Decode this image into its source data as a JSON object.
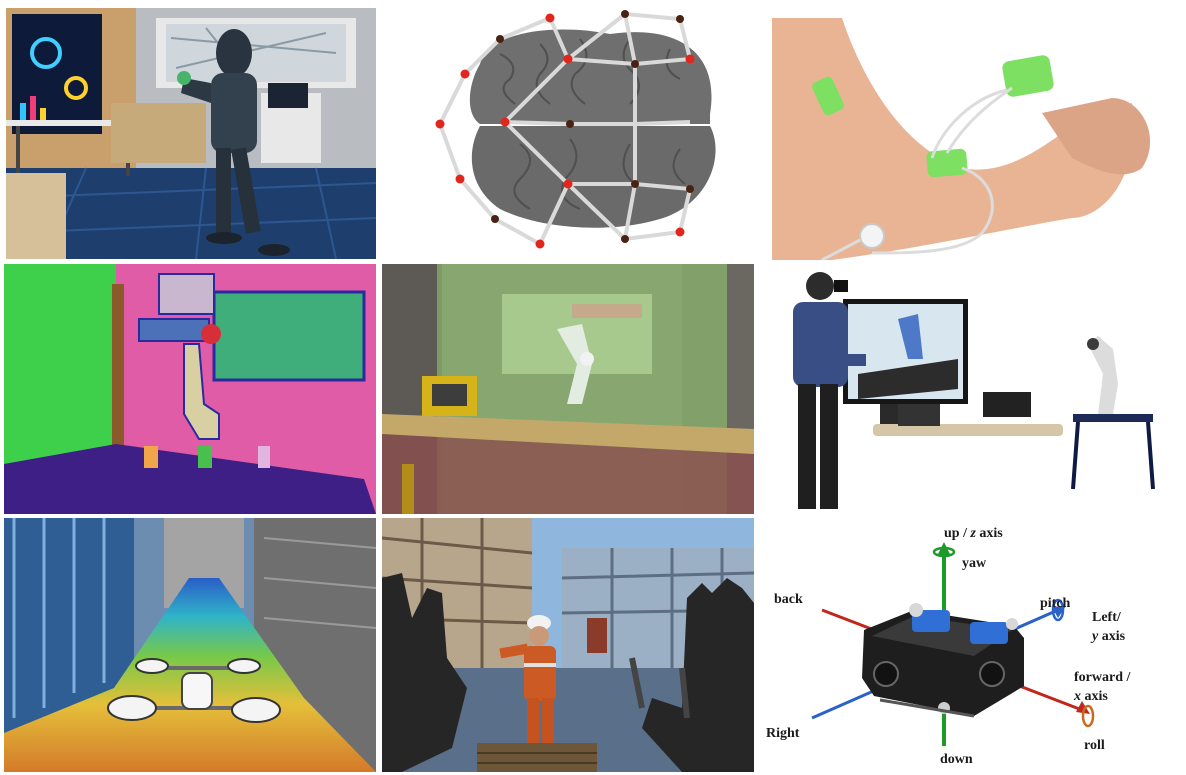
{
  "panels": [
    {
      "id": "vr-suit-room",
      "description_icon": "vr-avatar-in-office"
    },
    {
      "id": "brain-sensor-grid",
      "description_icon": "brain-eeg-icon"
    },
    {
      "id": "arm-wearable-sensors",
      "description_icon": "wearable-sensor-icon"
    },
    {
      "id": "segmentation-robot-arm",
      "description_icon": "segmentation-map-icon"
    },
    {
      "id": "vr-robot-workcell",
      "description_icon": "robot-arm-icon"
    },
    {
      "id": "teleoperation-setup",
      "description_icon": "vr-headset-icon"
    },
    {
      "id": "drone-depth-city",
      "description_icon": "drone-icon"
    },
    {
      "id": "vr-construction-worker",
      "description_icon": "vr-gloves-icon"
    },
    {
      "id": "rov-axes-diagram",
      "description_icon": "rov-icon"
    }
  ],
  "rov_diagram": {
    "up_prefix": "up / ",
    "up_axis_var": "z",
    "up_axis_suffix": " axis",
    "yaw": "yaw",
    "back": "back",
    "pitch": "pitch",
    "left": "Left/",
    "left_axis_var": "y",
    "left_axis_suffix": " axis",
    "forward": "forward /",
    "forward_axis_var": "x",
    "forward_axis_suffix": " axis",
    "right": "Right",
    "down": "down",
    "roll": "roll"
  },
  "colors": {
    "axis_green": "#1f9a2a",
    "axis_red": "#c0281e",
    "axis_blue": "#2a62c8",
    "roll_orange": "#c86a1e"
  }
}
